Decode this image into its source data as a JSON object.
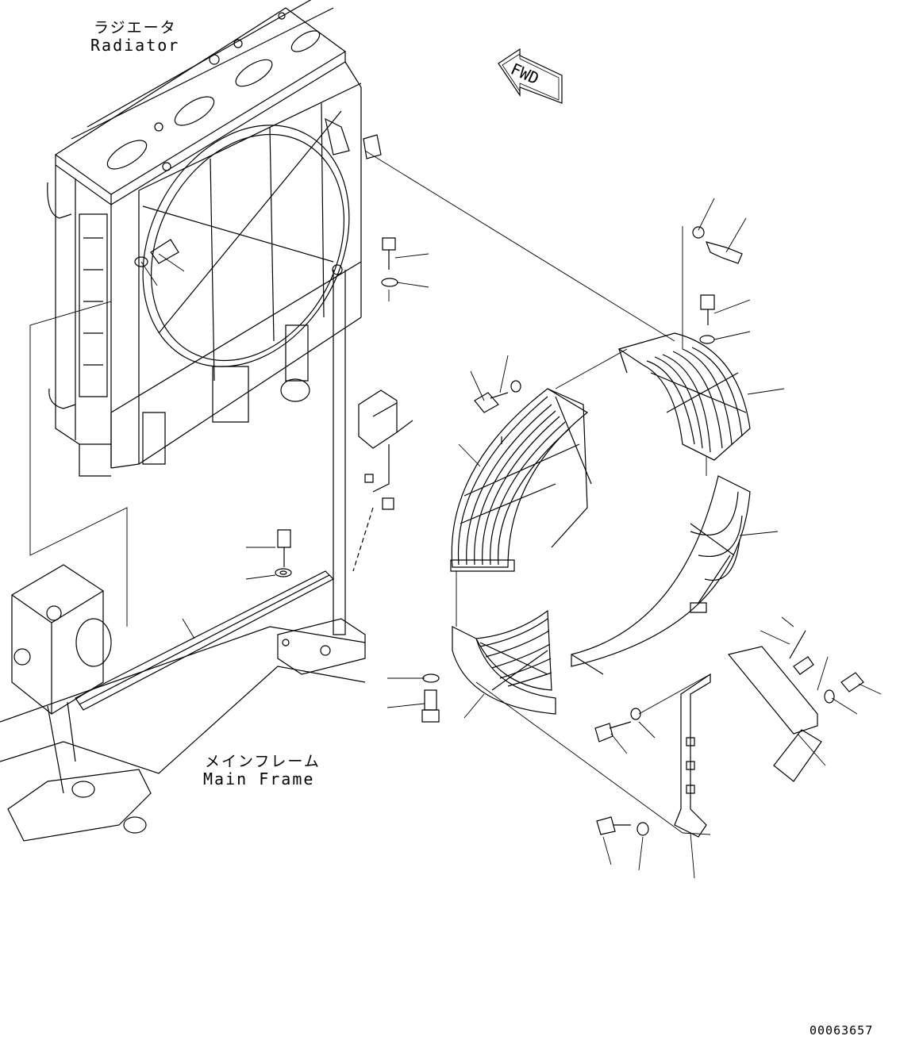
{
  "labels": {
    "radiator_ja": "ラジエータ",
    "radiator_en": "Radiator",
    "main_frame_ja": "メインフレーム",
    "main_frame_en": "Main Frame",
    "fwd": "FWD",
    "drawing_number": "00063657"
  },
  "colors": {
    "line": "#000000",
    "background": "#ffffff"
  }
}
